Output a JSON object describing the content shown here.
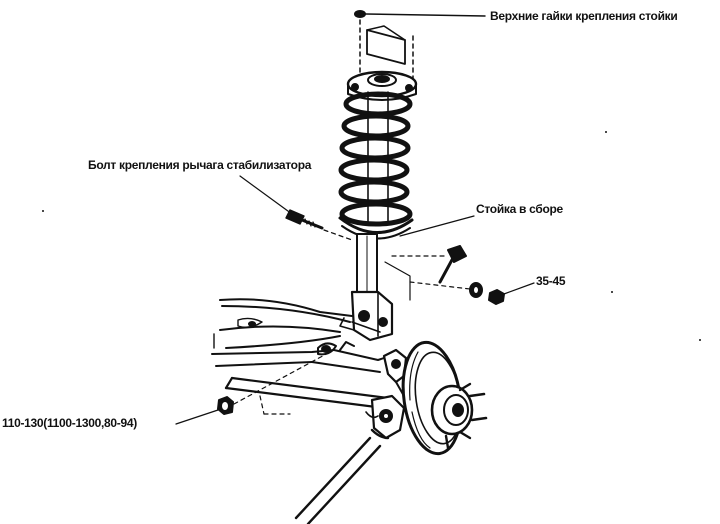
{
  "labels": {
    "top_nuts": "Верхние гайки крепления стойки",
    "stabilizer_bolt": "Болт крепления рычага стабилизатора",
    "strut_assembly": "Стойка в сборе",
    "torque_upper": "35-45",
    "torque_lower": "110-130(1100-1300,80-94)"
  }
}
